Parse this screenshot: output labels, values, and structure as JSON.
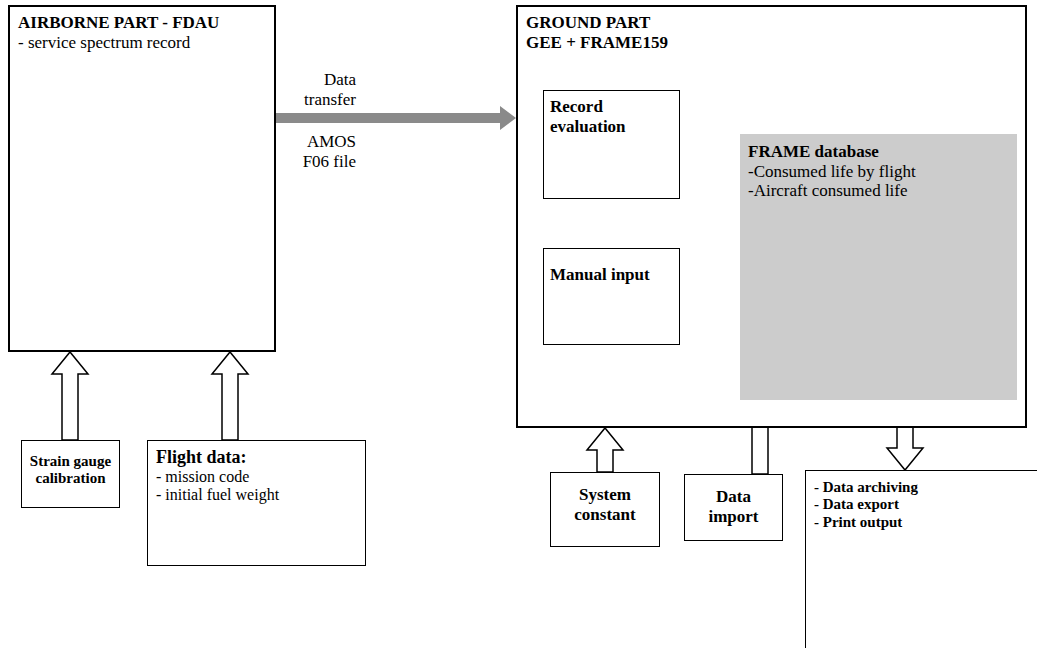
{
  "diagram": {
    "nodes": [
      {
        "text": [
          "AIRBORNE PART - FDAU",
          "- service spectrum record"
        ]
      },
      {
        "text": [
          "GROUND PART",
          "GEE + FRAME159"
        ]
      },
      {
        "text": [
          "Record evaluation"
        ],
        "in": 1
      },
      {
        "text": [
          "FRAME database",
          "-Consumed life by flight",
          "-Aircraft consumed life"
        ],
        "in": 1
      },
      {
        "text": [
          "Manual input"
        ],
        "in": 1
      },
      {
        "text": [
          "Strain gauge calibration"
        ]
      },
      {
        "text": [
          "Flight data:",
          "- mission code",
          "- initial fuel weight"
        ]
      },
      {
        "text": [
          "System constant"
        ]
      },
      {
        "text": [
          "Data import"
        ]
      },
      {
        "text": [
          "- Data archiving",
          "- Data export",
          "- Print output"
        ]
      }
    ],
    "edges": [
      {
        "from": 0,
        "to": 1,
        "arrow": "to",
        "label": "Data transfer"
      },
      {
        "from": 2,
        "to": 3,
        "arrow": "to"
      },
      {
        "from": 4,
        "to": 3,
        "arrow": "to"
      },
      {
        "from": 5,
        "to": 0,
        "arrow": "to"
      },
      {
        "from": 6,
        "to": 0,
        "arrow": "to"
      },
      {
        "from": 7,
        "to": 1,
        "arrow": "to"
      },
      {
        "from": 8,
        "to": 3,
        "arrow": "to"
      },
      {
        "from": 3,
        "to": 9,
        "arrow": "to"
      }
    ],
    "labels": [
      "AMOS F06 file"
    ]
  }
}
